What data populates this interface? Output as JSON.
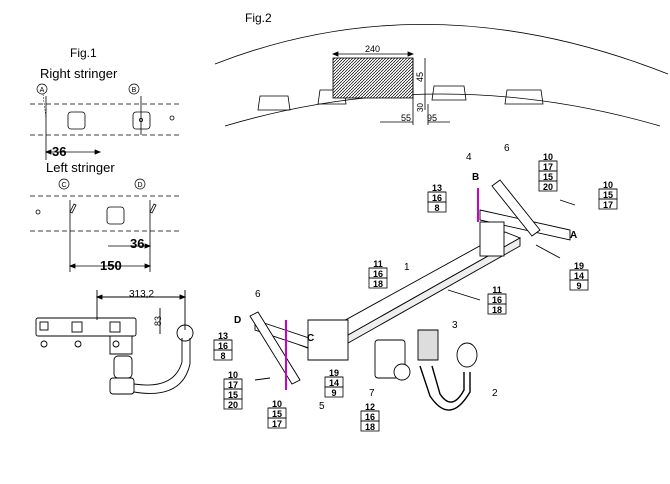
{
  "fig1": {
    "title": "Fig.1",
    "right_stringer": "Right stringer",
    "left_stringer": "Left stringer",
    "markers": [
      "A",
      "B",
      "C",
      "D"
    ],
    "dim_36_top": "36",
    "dim_36_bottom": "36",
    "dim_150": "150",
    "dim_313": "313,2",
    "dim_83": "83"
  },
  "fig2": {
    "title": "Fig.2",
    "dim_240": "240",
    "dim_45": "45",
    "dim_30": "30",
    "dim_55": "55",
    "dim_95": "95"
  },
  "parts": {
    "p1": "1",
    "p2": "2",
    "p3": "3",
    "p4": "4",
    "p5": "5",
    "p6a": "6",
    "p6b": "6",
    "p7": "7",
    "B": "B",
    "C": "C",
    "D": "D",
    "A": "A",
    "g10_17_15_20_a": [
      "10",
      "17",
      "15",
      "20"
    ],
    "g10_15_17_a": [
      "10",
      "15",
      "17"
    ],
    "g13_16_8_a": [
      "13",
      "16",
      "8"
    ],
    "g19_14_9_a": [
      "19",
      "14",
      "9"
    ],
    "g11_16_18_a": [
      "11",
      "16",
      "18"
    ],
    "g11_16_18_b": [
      "11",
      "16",
      "18"
    ],
    "g13_16_8_b": [
      "13",
      "16",
      "8"
    ],
    "g10_17_15_20_b": [
      "10",
      "17",
      "15",
      "20"
    ],
    "g10_15_17_b": [
      "10",
      "15",
      "17"
    ],
    "g19_14_9_b": [
      "19",
      "14",
      "9"
    ],
    "g12_16_18": [
      "12",
      "16",
      "18"
    ]
  }
}
